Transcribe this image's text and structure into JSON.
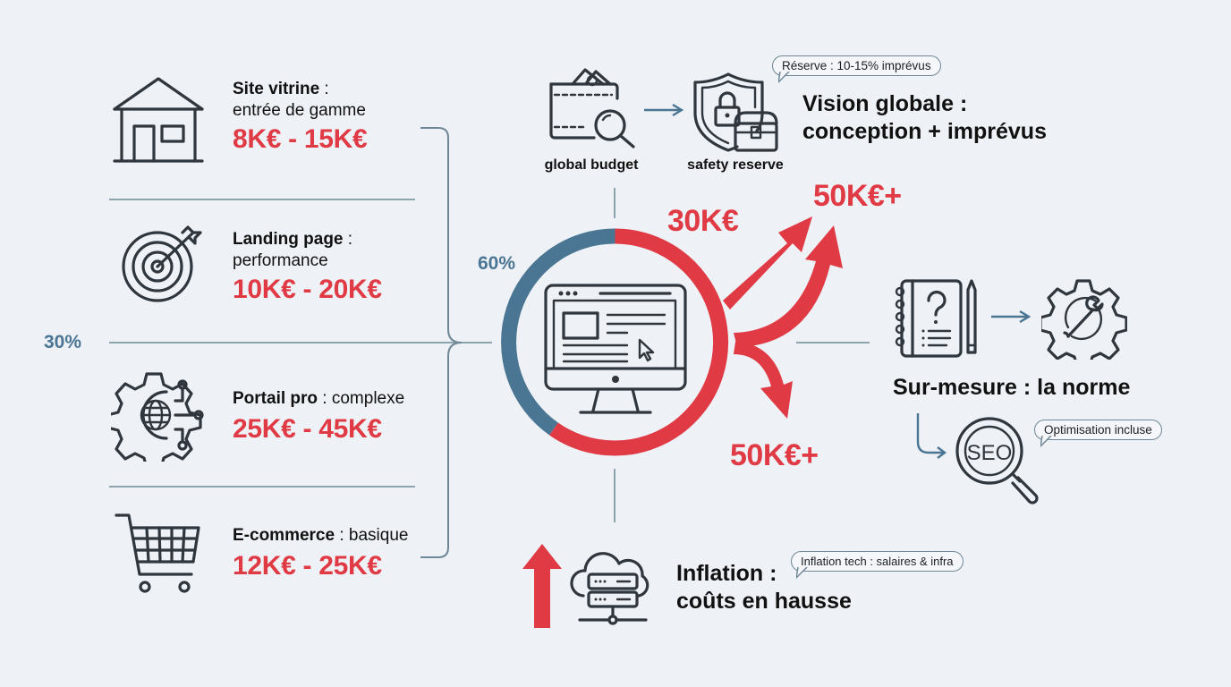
{
  "colors": {
    "background": "#eef1f5",
    "accent_red": "#e03a45",
    "accent_blue": "#4a7593",
    "icon_stroke": "#2f363d",
    "line_gray": "#8ea4ad"
  },
  "left_panel": {
    "items": [
      {
        "icon": "house-icon",
        "title_bold": "Site vitrine",
        "title_rest": " :",
        "subtitle": "entrée de gamme",
        "price": "8K€ - 15K€"
      },
      {
        "icon": "target-arrow-icon",
        "title_bold": "Landing page",
        "title_rest": " :",
        "subtitle": "performance",
        "price": "10K€ - 20K€"
      },
      {
        "icon": "gear-globe-icon",
        "title_bold": "Portail pro",
        "title_rest": " : complexe",
        "subtitle": "",
        "price": "25K€ - 45K€"
      },
      {
        "icon": "shopping-cart-icon",
        "title_bold": "E-commerce",
        "title_rest": " : basique",
        "subtitle": "",
        "price": "12K€ - 25K€"
      }
    ],
    "percent_label": "30%"
  },
  "center": {
    "donut": {
      "blue_share_label": "60%",
      "blue_pct": 40,
      "red_pct": 60,
      "icon": "monitor-webpage-icon"
    },
    "arrows": [
      {
        "label": "30K€",
        "direction": "up-right"
      },
      {
        "label": "50K€+",
        "direction": "up-right-curved"
      },
      {
        "label": "50K€+",
        "direction": "down-right"
      }
    ]
  },
  "top_section": {
    "steps": [
      {
        "icon": "wallet-search-icon",
        "caption": "global budget"
      },
      {
        "icon": "shield-lock-chest-icon",
        "caption": "safety reserve"
      }
    ],
    "bubble": "Réserve : 10-15% imprévus",
    "headline_line1": "Vision globale :",
    "headline_line2": "conception + imprévus"
  },
  "right_section": {
    "icons": [
      "notebook-question-icon",
      "gear-wrench-icon",
      "seo-magnifier-icon"
    ],
    "headline": "Sur-mesure : la norme",
    "bubble": "Optimisation incluse"
  },
  "bottom_section": {
    "icons": [
      "red-up-arrow-icon",
      "cloud-server-icon"
    ],
    "headline_line1": "Inflation :",
    "headline_line2": "coûts en hausse",
    "bubble": "Inflation tech : salaires & infra"
  }
}
